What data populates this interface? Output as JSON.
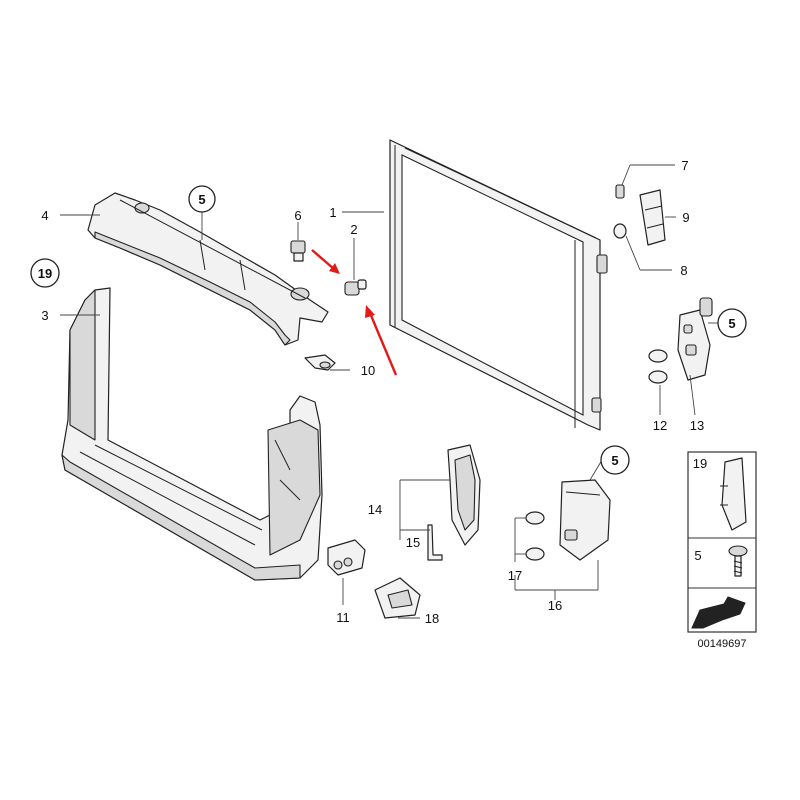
{
  "callouts": [
    {
      "id": "c4",
      "text": "4"
    },
    {
      "id": "c5a",
      "text": "5"
    },
    {
      "id": "c6",
      "text": "6"
    },
    {
      "id": "c1",
      "text": "1"
    },
    {
      "id": "c2",
      "text": "2"
    },
    {
      "id": "c7",
      "text": "7"
    },
    {
      "id": "c9",
      "text": "9"
    },
    {
      "id": "c8",
      "text": "8"
    },
    {
      "id": "c19",
      "text": "19"
    },
    {
      "id": "c3",
      "text": "3"
    },
    {
      "id": "c10",
      "text": "10"
    },
    {
      "id": "c5b",
      "text": "5"
    },
    {
      "id": "c12",
      "text": "12"
    },
    {
      "id": "c13",
      "text": "13"
    },
    {
      "id": "c5c",
      "text": "5"
    },
    {
      "id": "c14",
      "text": "14"
    },
    {
      "id": "c15",
      "text": "15"
    },
    {
      "id": "c17",
      "text": "17"
    },
    {
      "id": "c16",
      "text": "16"
    },
    {
      "id": "c11",
      "text": "11"
    },
    {
      "id": "c18",
      "text": "18"
    }
  ],
  "legend": {
    "item_a": "19",
    "item_b": "5",
    "diagram_number": "00149697"
  },
  "colors": {
    "highlight_arrow": "#e11a1a",
    "line": "#222222"
  }
}
